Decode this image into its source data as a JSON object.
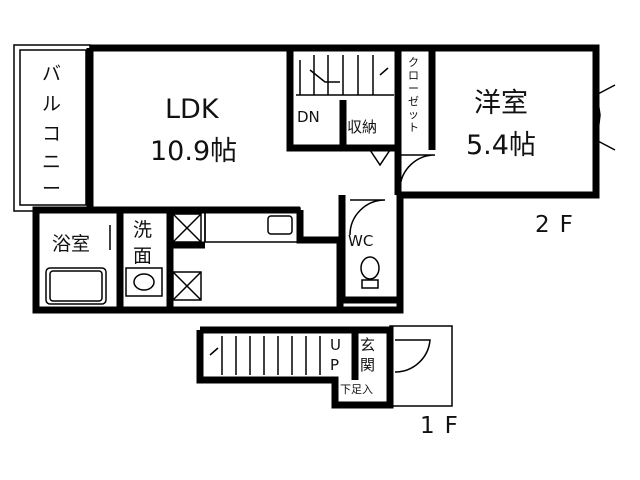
{
  "rooms": {
    "balcony": "バルコニー",
    "ldk_name": "LDK",
    "ldk_size": "10.9帖",
    "western_name": "洋室",
    "western_size": "5.4帖",
    "bath": "浴室",
    "washroom_1": "洗",
    "washroom_2": "面",
    "wc": "WC",
    "storage": "収納",
    "closet": "クローゼット",
    "stairs_down": "DN",
    "stairs_up": "UP",
    "entrance_1": "玄",
    "entrance_2": "関",
    "shoe_box": "下足入"
  },
  "floors": {
    "upper": "2F",
    "lower": "1F"
  }
}
